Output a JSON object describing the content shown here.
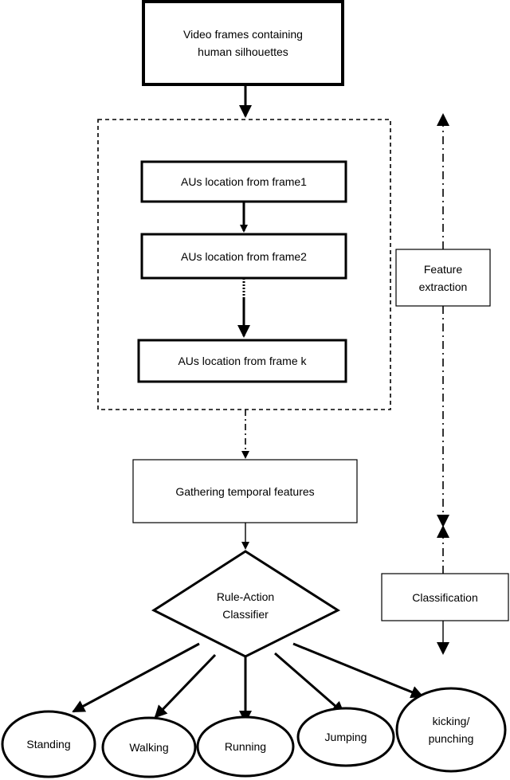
{
  "input_box": {
    "line1": "Video frames containing",
    "line2": "human silhouettes"
  },
  "frames": [
    {
      "label": "AUs location from frame1"
    },
    {
      "label": "AUs location from frame2"
    },
    {
      "label": "AUs location from frame k"
    }
  ],
  "gather_box": {
    "label": "Gathering temporal features"
  },
  "classifier": {
    "line1": "Rule-Action",
    "line2": "Classifier"
  },
  "side_labels": {
    "feature_line1": "Feature",
    "feature_line2": "extraction",
    "classification": "Classification"
  },
  "outputs": [
    {
      "label": "Standing"
    },
    {
      "label": "Walking"
    },
    {
      "label": "Running"
    },
    {
      "label": "Jumping"
    },
    {
      "line1": "kicking/",
      "line2": "punching"
    }
  ]
}
